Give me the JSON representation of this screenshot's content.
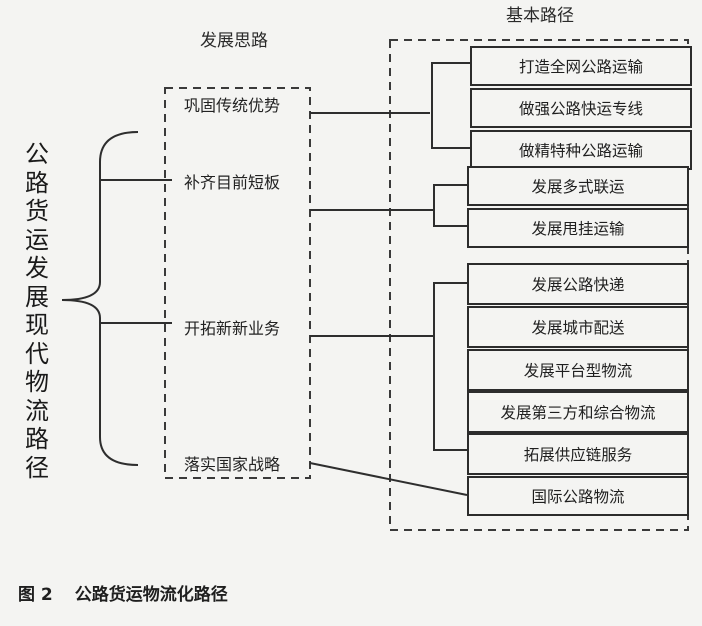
{
  "title_vertical": "公路货运发展现代物流路径",
  "headers": {
    "ideas": "发展思路",
    "paths": "基本路径"
  },
  "ideas": [
    "巩固传统优势",
    "补齐目前短板",
    "开拓新新业务",
    "落实国家战略"
  ],
  "paths": [
    "打造全网公路运输",
    "做强公路快运专线",
    "做精特种公路运输",
    "发展多式联运",
    "发展甩挂运输",
    "发展公路快递",
    "发展城市配送",
    "发展平台型物流",
    "发展第三方和综合物流",
    "拓展供应链服务",
    "国际公路物流"
  ],
  "caption": {
    "number": "图 2",
    "text": "公路货运物流化路径"
  }
}
